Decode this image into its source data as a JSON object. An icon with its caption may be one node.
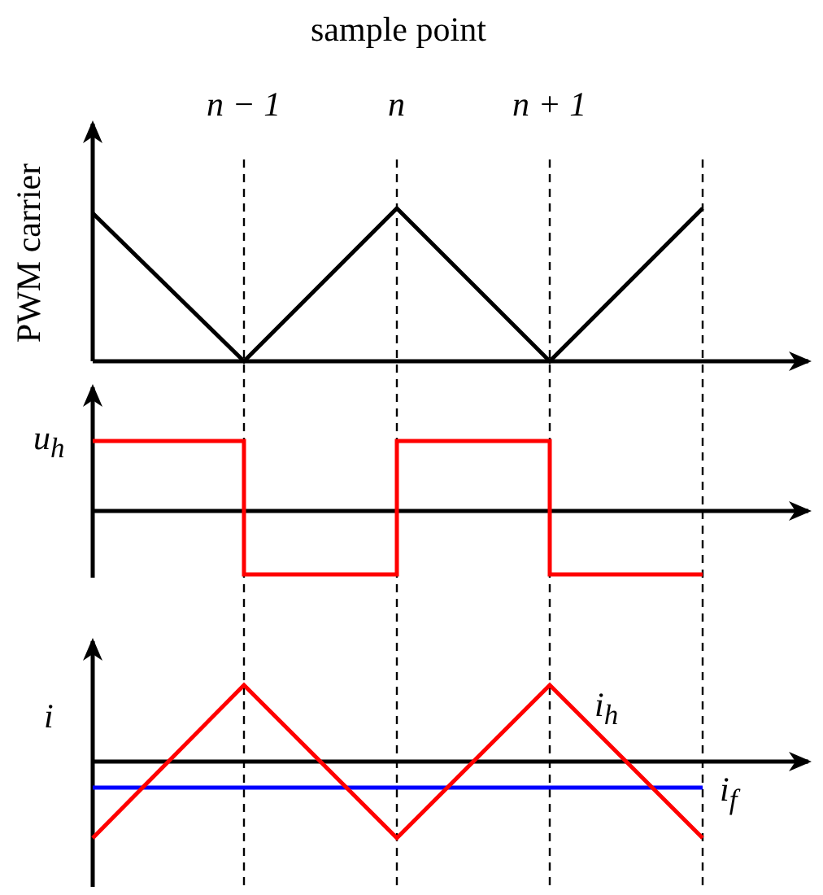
{
  "diagram": {
    "title": "sample point",
    "labels": [
      "n − 1",
      "n",
      "n + 1",
      "PWM carrier",
      "u$_{h}$",
      "i",
      "i$_{h}$",
      "i$_{f}$"
    ]
  }
}
